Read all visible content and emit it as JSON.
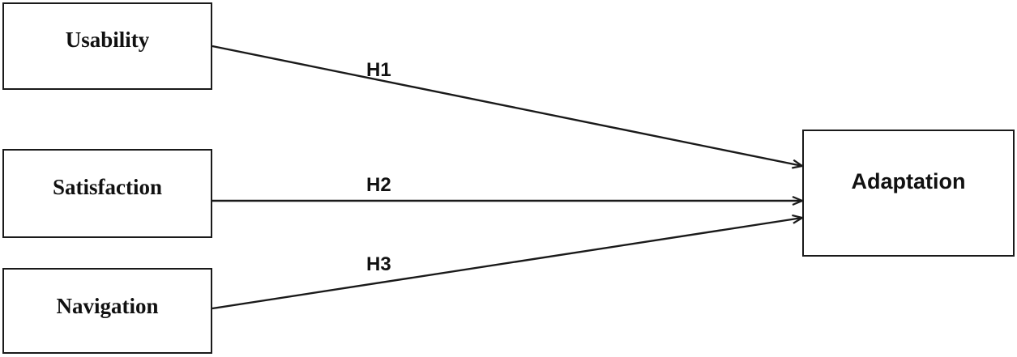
{
  "nodes": {
    "usability": {
      "label": "Usability"
    },
    "satisfaction": {
      "label": "Satisfaction"
    },
    "navigation": {
      "label": "Navigation"
    },
    "adaptation": {
      "label": "Adaptation"
    }
  },
  "edges": [
    {
      "from": "usability",
      "to": "adaptation",
      "label": "H1"
    },
    {
      "from": "satisfaction",
      "to": "adaptation",
      "label": "H2"
    },
    {
      "from": "navigation",
      "to": "adaptation",
      "label": "H3"
    }
  ],
  "colors": {
    "stroke": "#1a1a1a",
    "text": "#111111",
    "background": "#ffffff"
  }
}
